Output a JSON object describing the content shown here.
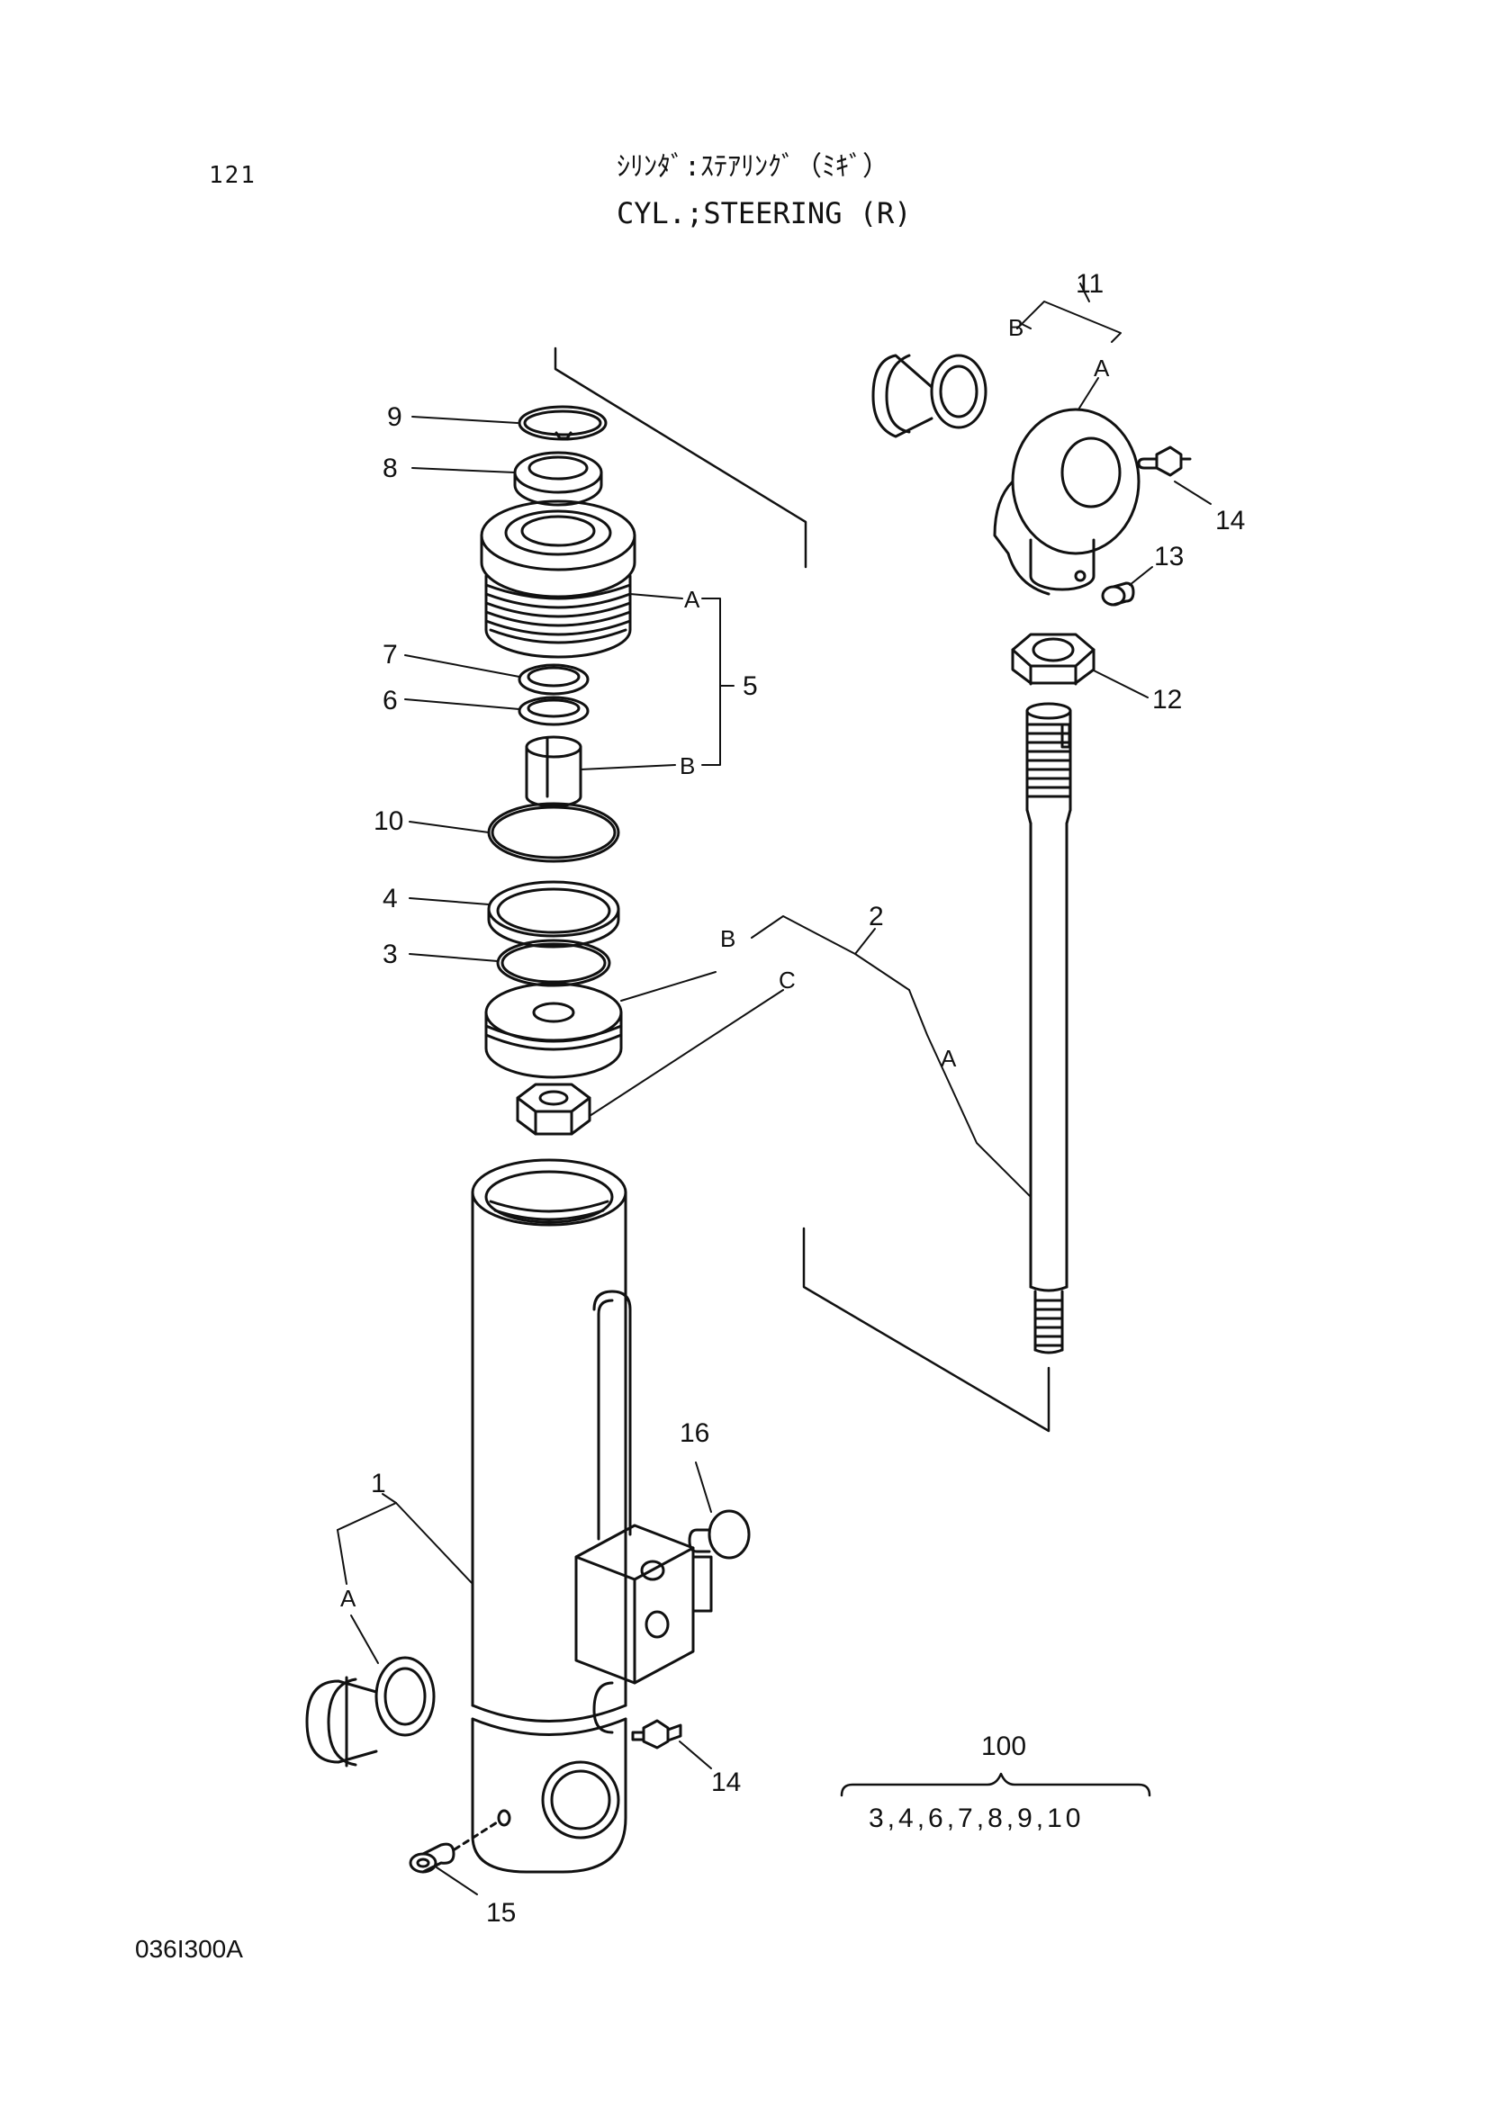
{
  "header": {
    "page_number": "121",
    "title_jp": "ｼﾘﾝﾀﾞ:ｽﾃｱﾘﾝｸﾞ（ﾐｷﾞ）",
    "title_en": "CYL.;STEERING (R)"
  },
  "drawing_number": "036I300A",
  "callouts": {
    "p1": "1",
    "p2": "2",
    "p3": "3",
    "p4": "4",
    "p5": "5",
    "p6": "6",
    "p7": "7",
    "p8": "8",
    "p9": "9",
    "p10": "10",
    "p11": "11",
    "p12": "12",
    "p13": "13",
    "p14a": "14",
    "p14b": "14",
    "p15": "15",
    "p16": "16",
    "l5a": "A",
    "l5b": "B",
    "l11a": "A",
    "l11b": "B",
    "l2a": "A",
    "l2b": "B",
    "l2c": "C",
    "l1a": "A"
  },
  "kit": {
    "number": "100",
    "contents": "3,4,6,7,8,9,10"
  },
  "colors": {
    "ink": "#111111",
    "paper": "#ffffff"
  }
}
